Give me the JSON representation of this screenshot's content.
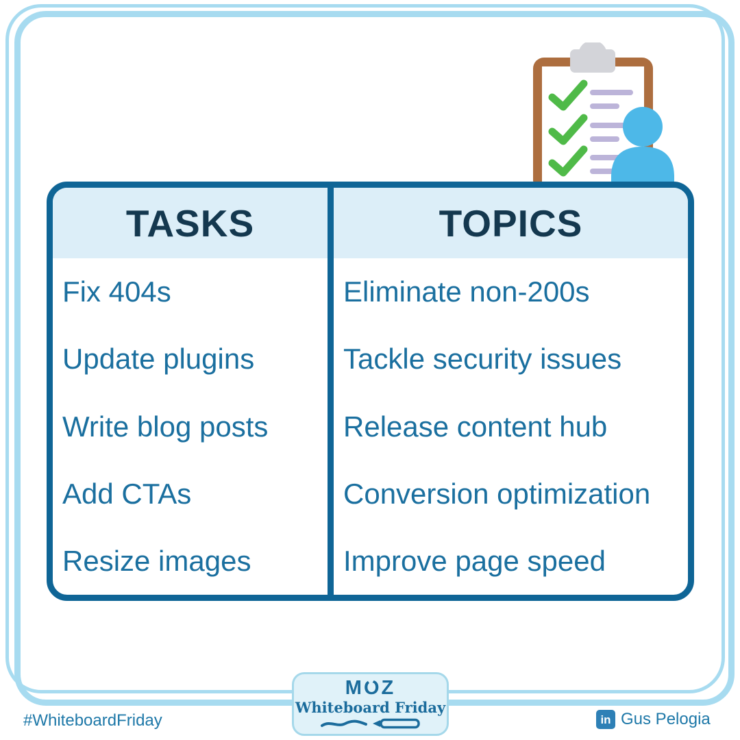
{
  "chart_data": {
    "type": "table",
    "title": "",
    "columns": [
      "TASKS",
      "TOPICS"
    ],
    "rows": [
      [
        "Fix 404s",
        "Eliminate non-200s"
      ],
      [
        "Update plugins",
        "Tackle security issues"
      ],
      [
        "Write blog posts",
        "Release content hub"
      ],
      [
        "Add CTAs",
        "Conversion optimization"
      ],
      [
        "Resize images",
        "Improve page speed"
      ]
    ]
  },
  "frame": {
    "color": "#a7dbf0"
  },
  "table": {
    "border_color": "#0f6596",
    "header_bg": "#dceef8",
    "header_text_color": "#14384f",
    "body_text_color": "#1a6f9f",
    "columns": [
      {
        "header": "TASKS"
      },
      {
        "header": "TOPICS"
      }
    ],
    "rows": [
      {
        "task": "Fix 404s",
        "topic": "Eliminate non-200s"
      },
      {
        "task": "Update plugins",
        "topic": "Tackle security issues"
      },
      {
        "task": "Write blog posts",
        "topic": "Release content hub"
      },
      {
        "task": "Add CTAs",
        "topic": "Conversion optimization"
      },
      {
        "task": "Resize images",
        "topic": "Improve page speed"
      }
    ]
  },
  "illustration": {
    "name": "clipboard-checklist-with-person",
    "clipboard_color": "#ad6e3f",
    "paper_color": "#ffffff",
    "clip_color": "#d3d4d9",
    "check_color": "#4fba48",
    "line_color": "#bcb4d9",
    "person_color": "#4db8e8"
  },
  "footer": {
    "hashtag": "#WhiteboardFriday",
    "text_color": "#1e78a8",
    "badge": {
      "brand": "MOZ",
      "title": "Whiteboard Friday",
      "bg": "#e0f2f9",
      "border_color": "#a5d8ea",
      "text_color": "#1b6c9c"
    },
    "credit": {
      "network_icon": "linkedin-icon",
      "icon_label": "in",
      "icon_bg": "#2e80b6",
      "name": "Gus Pelogia"
    }
  }
}
